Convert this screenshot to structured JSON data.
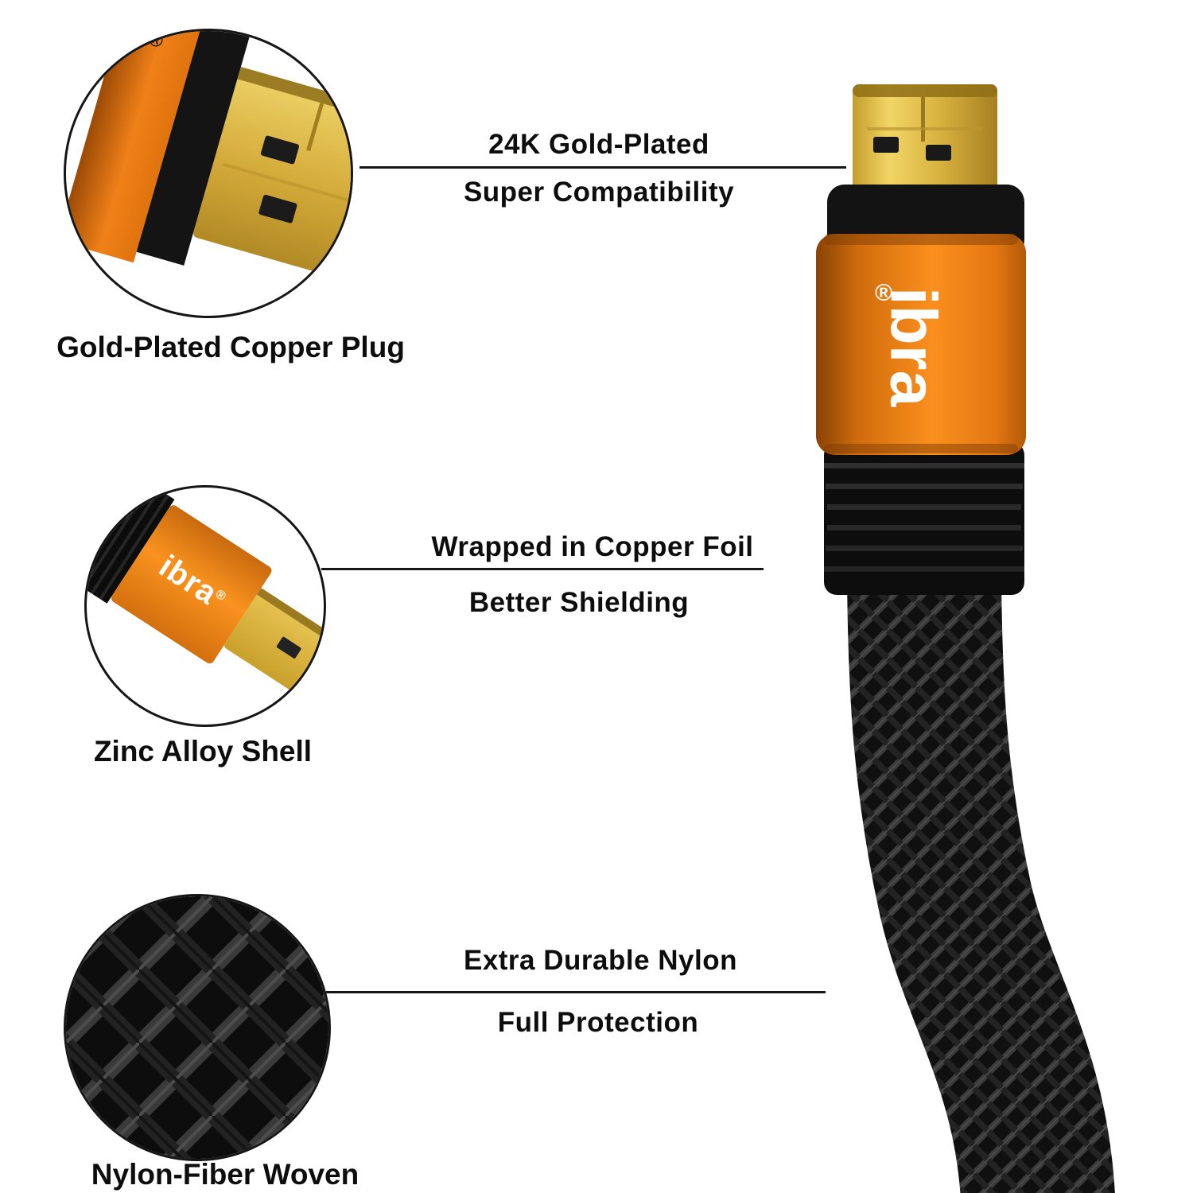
{
  "labels": {
    "plug_circle": "Gold-Plated Copper Plug",
    "shell_circle": "Zinc Alloy Shell",
    "braid_circle": "Nylon-Fiber Woven"
  },
  "callouts": {
    "plug": {
      "line1": "24K Gold-Plated",
      "line2": "Super Compatibility"
    },
    "shell": {
      "line1": "Wrapped in Copper Foil",
      "line2": "Better Shielding"
    },
    "braid": {
      "line1": "Extra Durable Nylon",
      "line2": "Full Protection"
    }
  },
  "brand": {
    "logo": "ibra",
    "registered": "®"
  },
  "colors": {
    "orange_shell": "#f08018",
    "gold_plug": "#d8b23f",
    "cable_black": "#141414",
    "text": "#0d0d0d"
  }
}
